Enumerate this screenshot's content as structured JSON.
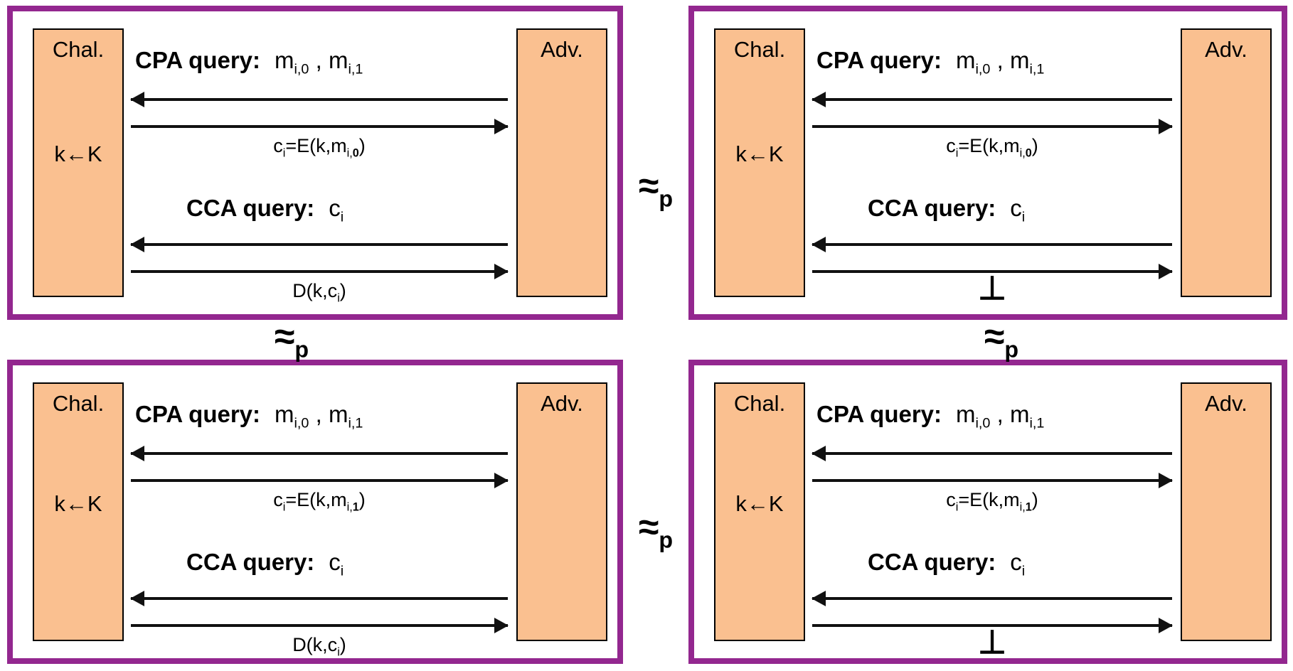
{
  "colors": {
    "panel_border": "#93278F",
    "actor_fill": "#FAC090",
    "actor_border": "#000000",
    "arrow": "#111111",
    "text": "#000000",
    "background": "#FFFFFF"
  },
  "approx": {
    "base": "≈",
    "sub": "p"
  },
  "panels": [
    {
      "chal_label": "Chal.",
      "chal_key": "k←K",
      "adv_label": "Adv.",
      "cpa": {
        "prefix": "CPA query:",
        "m1": "m",
        "m1_sub": "i,0",
        "sep": " , ",
        "m2": "m",
        "m2_sub": "i,1"
      },
      "enc": {
        "c": "c",
        "c_sub": "i",
        "mid": "=E(k,m",
        "sub_prefix": "i,",
        "bit": "0",
        "close": ")"
      },
      "cca": {
        "prefix": "CCA query:",
        "arg": "c",
        "arg_sub": "i"
      },
      "dec": {
        "base": "D(k,c",
        "sub": "i",
        "close": ")"
      }
    },
    {
      "chal_label": "Chal.",
      "chal_key": "k←K",
      "adv_label": "Adv.",
      "cpa": {
        "prefix": "CPA query:",
        "m1": "m",
        "m1_sub": "i,0",
        "sep": " , ",
        "m2": "m",
        "m2_sub": "i,1"
      },
      "enc": {
        "c": "c",
        "c_sub": "i",
        "mid": "=E(k,m",
        "sub_prefix": "i,",
        "bit": "0",
        "close": ")"
      },
      "cca": {
        "prefix": "CCA query:",
        "arg": "c",
        "arg_sub": "i"
      },
      "dec": {
        "symbol": "⊥"
      }
    },
    {
      "chal_label": "Chal.",
      "chal_key": "k←K",
      "adv_label": "Adv.",
      "cpa": {
        "prefix": "CPA query:",
        "m1": "m",
        "m1_sub": "i,0",
        "sep": " , ",
        "m2": "m",
        "m2_sub": "i,1"
      },
      "enc": {
        "c": "c",
        "c_sub": "i",
        "mid": "=E(k,m",
        "sub_prefix": "i,",
        "bit": "1",
        "close": ")"
      },
      "cca": {
        "prefix": "CCA query:",
        "arg": "c",
        "arg_sub": "i"
      },
      "dec": {
        "base": "D(k,c",
        "sub": "i",
        "close": ")"
      }
    },
    {
      "chal_label": "Chal.",
      "chal_key": "k←K",
      "adv_label": "Adv.",
      "cpa": {
        "prefix": "CPA query:",
        "m1": "m",
        "m1_sub": "i,0",
        "sep": " , ",
        "m2": "m",
        "m2_sub": "i,1"
      },
      "enc": {
        "c": "c",
        "c_sub": "i",
        "mid": "=E(k,m",
        "sub_prefix": "i,",
        "bit": "1",
        "close": ")"
      },
      "cca": {
        "prefix": "CCA query:",
        "arg": "c",
        "arg_sub": "i"
      },
      "dec": {
        "symbol": "⊥"
      }
    }
  ]
}
